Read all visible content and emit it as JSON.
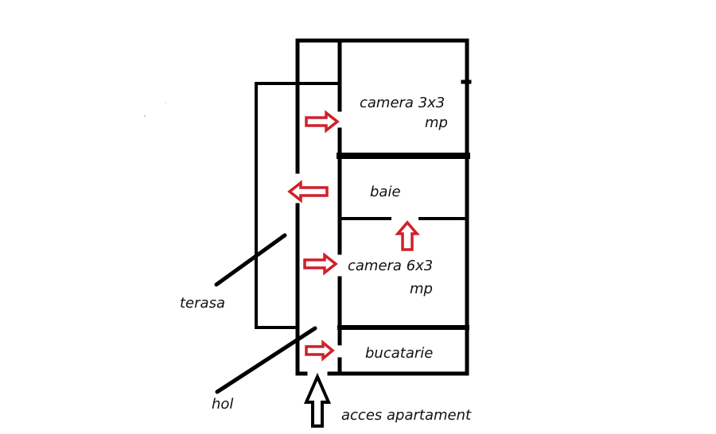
{
  "diagram": {
    "type": "floor-plan",
    "colors": {
      "wall": "#000000",
      "arrow": "#d0202a",
      "arrow_fill": "#ffffff",
      "background": "#ffffff",
      "text": "#111111"
    },
    "rooms": [
      {
        "id": "camera-3x3",
        "label_line1": "camera 3x3",
        "label_line2": "mp"
      },
      {
        "id": "baie",
        "label_line1": "baie"
      },
      {
        "id": "camera-6x3",
        "label_line1": "camera 6x3",
        "label_line2": "mp"
      },
      {
        "id": "bucatarie",
        "label_line1": "bucatarie"
      }
    ],
    "annotations": {
      "terasa": "terasa",
      "hol": "hol",
      "acces": "acces apartament"
    },
    "door_arrows": [
      {
        "from": "hol",
        "to": "camera 3x3",
        "direction": "right"
      },
      {
        "from": "hol",
        "to": "terasa",
        "direction": "left"
      },
      {
        "from": "camera 6x3",
        "to": "baie",
        "direction": "up"
      },
      {
        "from": "hol",
        "to": "camera 6x3",
        "direction": "right"
      },
      {
        "from": "hol",
        "to": "bucatarie",
        "direction": "right"
      },
      {
        "from": "outside",
        "to": "hol",
        "direction": "up"
      }
    ]
  }
}
